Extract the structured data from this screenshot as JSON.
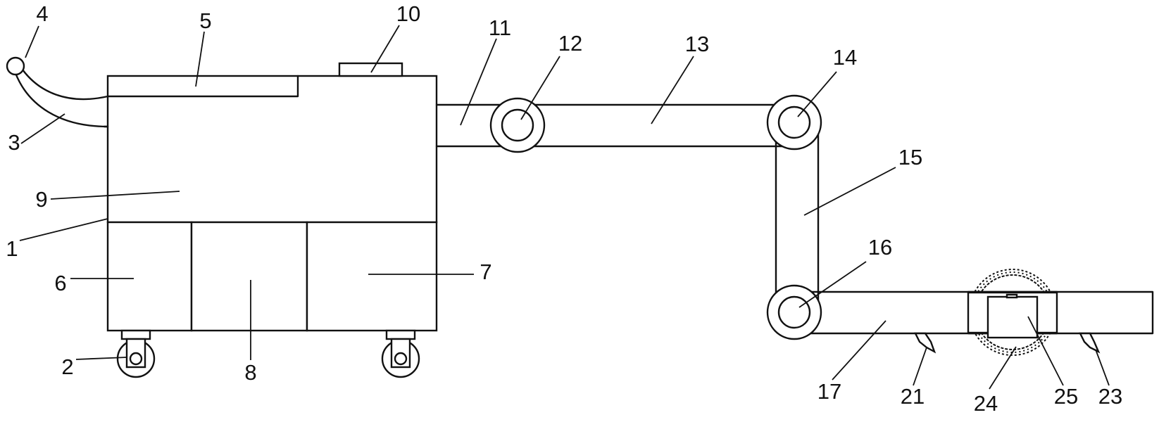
{
  "diagram": {
    "labels": {
      "l1": "1",
      "l2": "2",
      "l3": "3",
      "l4": "4",
      "l5": "5",
      "l6": "6",
      "l7": "7",
      "l8": "8",
      "l9": "9",
      "l10": "10",
      "l11": "11",
      "l12": "12",
      "l13": "13",
      "l14": "14",
      "l15": "15",
      "l16": "16",
      "l17": "17",
      "l21": "21",
      "l23": "23",
      "l24": "24",
      "l25": "25"
    }
  }
}
